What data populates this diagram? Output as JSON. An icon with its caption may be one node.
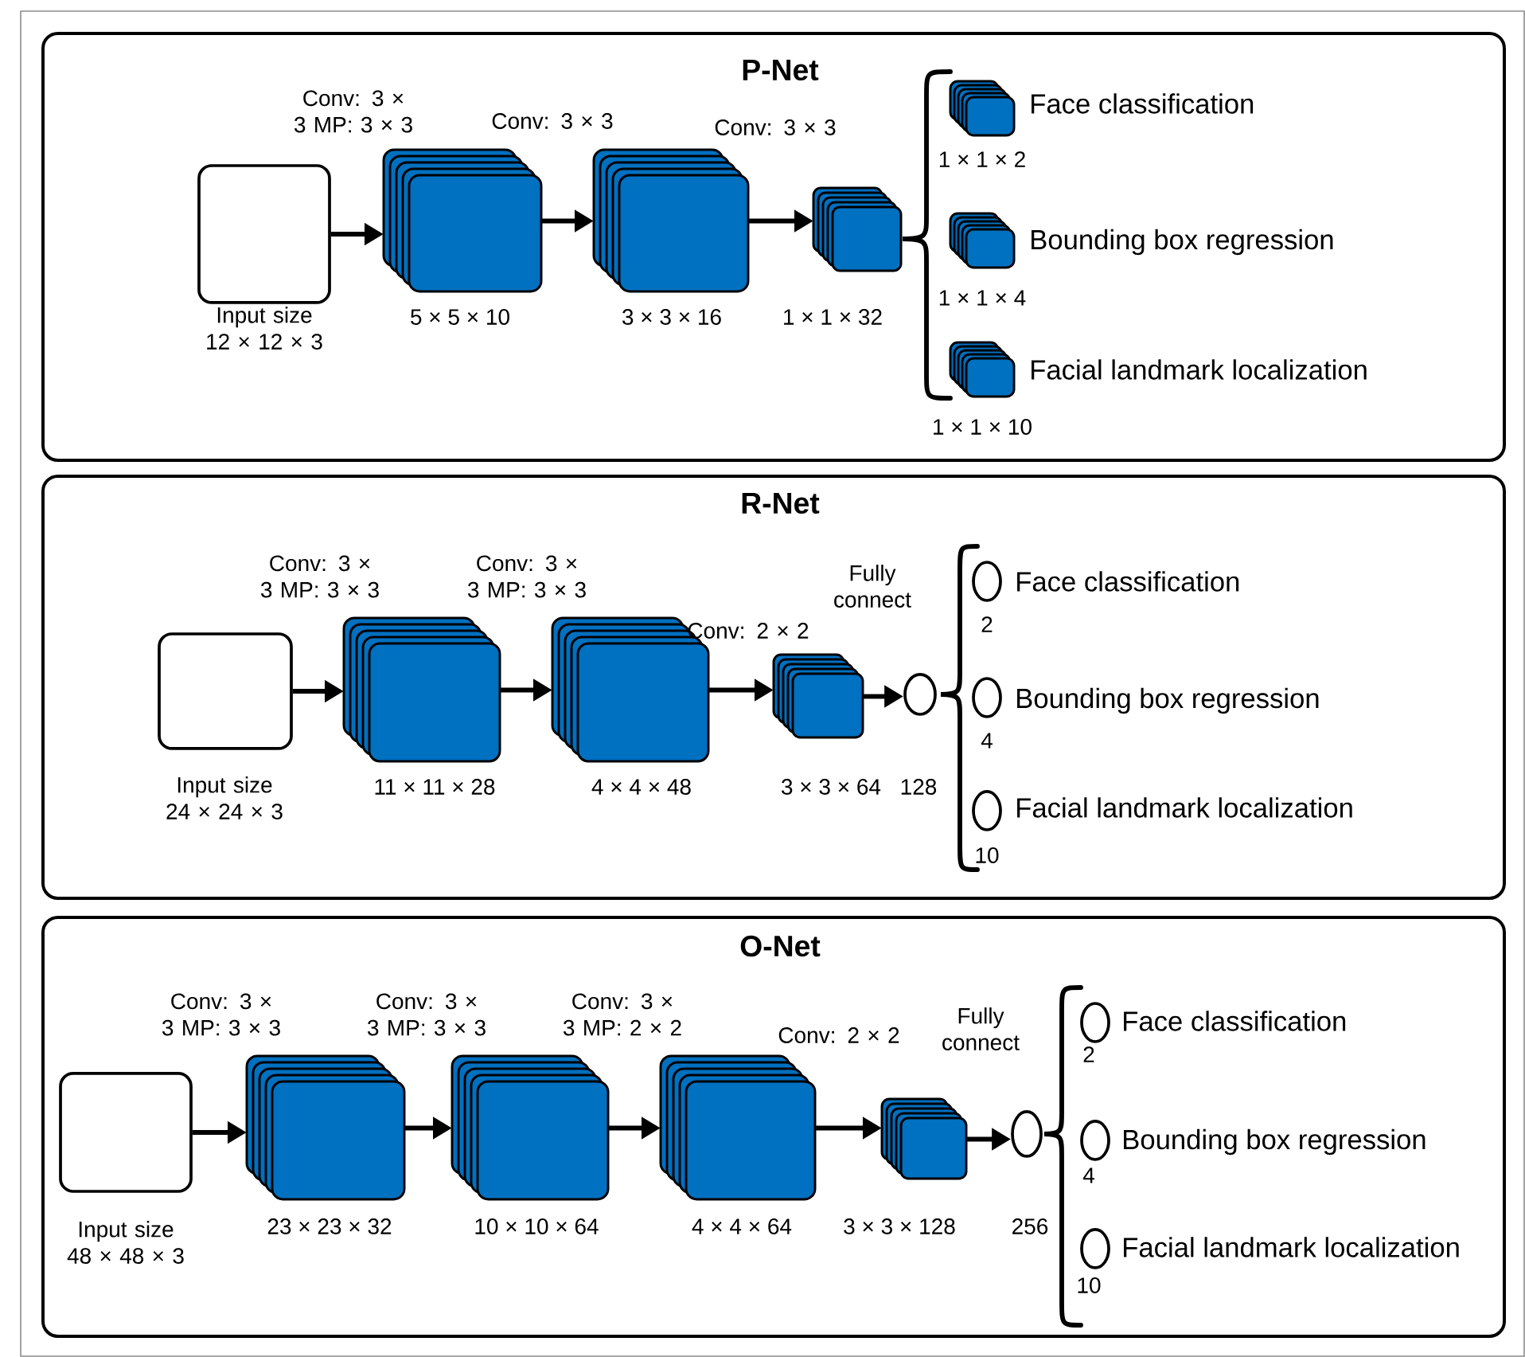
{
  "diagram": {
    "nodes": [
      {
        "text": [
          "P-Net"
        ]
      },
      {
        "text": [],
        "shape": "box",
        "in": 0,
        "beside": [
          "Input size 12 × 12 × 3"
        ]
      },
      {
        "text": [],
        "shape": "box",
        "in": 0,
        "beside": [
          "5 × 5 × 10"
        ]
      },
      {
        "text": [],
        "shape": "box",
        "in": 0,
        "beside": [
          "3 × 3 × 16"
        ]
      },
      {
        "text": [],
        "shape": "box",
        "in": 0,
        "beside": [
          "1 × 1 × 32"
        ]
      },
      {
        "text": [],
        "shape": "box",
        "in": 0,
        "beside": [
          "Face classification",
          "1 × 1 × 2"
        ]
      },
      {
        "text": [],
        "shape": "box",
        "in": 0,
        "beside": [
          "Bounding box regression",
          "1 × 1 × 4"
        ]
      },
      {
        "text": [],
        "shape": "box",
        "in": 0,
        "beside": [
          "Facial landmark localization",
          "1 × 1 × 10"
        ]
      },
      {
        "text": [
          "R-Net"
        ]
      },
      {
        "text": [],
        "shape": "box",
        "in": 8,
        "beside": [
          "Input size 24 × 24 × 3"
        ]
      },
      {
        "text": [],
        "shape": "box",
        "in": 8,
        "beside": [
          "11 × 11 × 28"
        ]
      },
      {
        "text": [],
        "shape": "box",
        "in": 8,
        "beside": [
          "4 × 4 × 48"
        ]
      },
      {
        "text": [],
        "shape": "box",
        "in": 8,
        "beside": [
          "3 × 3 × 64"
        ]
      },
      {
        "text": [],
        "shape": "ellipse",
        "in": 8
      },
      {
        "text": [],
        "shape": "ellipse",
        "in": 8,
        "beside": [
          "Face classification",
          "2"
        ]
      },
      {
        "text": [],
        "shape": "ellipse",
        "in": 8,
        "beside": [
          "Bounding box regression",
          "4"
        ]
      },
      {
        "text": [],
        "shape": "ellipse",
        "in": 8,
        "beside": [
          "Facial landmark localization",
          "10"
        ]
      },
      {
        "text": [
          "O-Net"
        ]
      },
      {
        "text": [],
        "shape": "box",
        "in": 17,
        "beside": [
          "Input size 48 × 48 × 3"
        ]
      },
      {
        "text": [],
        "shape": "box",
        "in": 17,
        "beside": [
          "23 × 23 × 32"
        ]
      },
      {
        "text": [],
        "shape": "box",
        "in": 17,
        "beside": [
          "10 × 10 × 64"
        ]
      },
      {
        "text": [],
        "shape": "box",
        "in": 17,
        "beside": [
          "4 × 4 × 64"
        ]
      },
      {
        "text": [],
        "shape": "box",
        "in": 17,
        "beside": [
          "3 × 3 × 128"
        ]
      },
      {
        "text": [],
        "shape": "ellipse",
        "in": 17
      },
      {
        "text": [],
        "shape": "ellipse",
        "in": 17,
        "beside": [
          "Face classification",
          "2"
        ]
      },
      {
        "text": [],
        "shape": "ellipse",
        "in": 17,
        "beside": [
          "Bounding box regression",
          "4"
        ]
      },
      {
        "text": [],
        "shape": "ellipse",
        "in": 17,
        "beside": [
          "Facial landmark localization",
          "10"
        ]
      }
    ],
    "edges": [
      {
        "from": 1,
        "to": 2,
        "arrow": "to",
        "label": "Conv: 3 × 3 MP: 3 × 3"
      },
      {
        "from": 2,
        "to": 3,
        "arrow": "to",
        "label": "Conv: 3 × 3"
      },
      {
        "from": 3,
        "to": 4,
        "arrow": "to",
        "label": "Conv: 3 × 3"
      },
      {
        "from": 9,
        "to": 10,
        "arrow": "to",
        "label": "Conv: 3 × 3 MP: 3 × 3"
      },
      {
        "from": 10,
        "to": 11,
        "arrow": "to",
        "label": "Conv: 3 × 3 MP: 3 × 3"
      },
      {
        "from": 11,
        "to": 12,
        "arrow": "to",
        "label": "Conv: 2 × 2"
      },
      {
        "from": 12,
        "to": 13,
        "arrow": "to",
        "label": "Fully connect"
      },
      {
        "from": 18,
        "to": 19,
        "arrow": "to",
        "label": "Conv: 3 × 3 MP: 3 × 3"
      },
      {
        "from": 19,
        "to": 20,
        "arrow": "to",
        "label": "Conv: 3 × 3 MP: 3 × 3"
      },
      {
        "from": 20,
        "to": 21,
        "arrow": "to",
        "label": "Conv: 3 × 3 MP: 2 × 2"
      },
      {
        "from": 21,
        "to": 22,
        "arrow": "to",
        "label": "Conv: 2 × 2"
      },
      {
        "from": 22,
        "to": 23,
        "arrow": "to",
        "label": "Fully connect"
      }
    ],
    "labels": [
      "128",
      "256"
    ]
  }
}
